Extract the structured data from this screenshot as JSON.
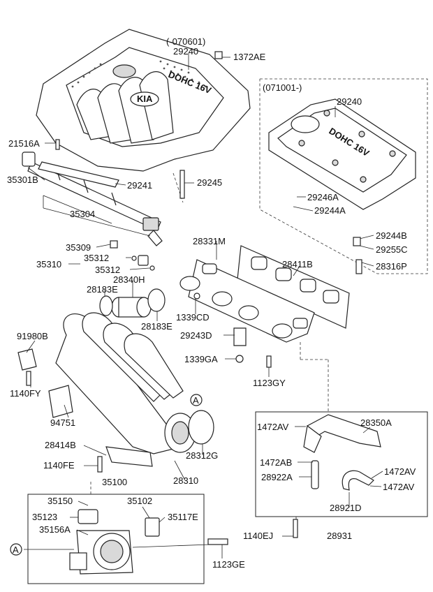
{
  "labels": {
    "cover_old_date": "(-070601)",
    "cover_old": "29240",
    "bolt_cover": "1372AE",
    "cover_new_date": "(071001-)",
    "cover_new": "29240",
    "p21516A": "21516A",
    "p35301B": "35301B",
    "p29241": "29241",
    "p29245": "29245",
    "p29246A": "29246A",
    "p29244A": "29244A",
    "p35304": "35304",
    "p29244B": "29244B",
    "p29255C": "29255C",
    "p28316P": "28316P",
    "p35309": "35309",
    "p28331M": "28331M",
    "p35312a": "35312",
    "p35310": "35310",
    "p35312b": "35312",
    "p28411B": "28411B",
    "p28340H": "28340H",
    "p28183Ea": "28183E",
    "p28183Eb": "28183E",
    "p1339CD": "1339CD",
    "p29243D": "29243D",
    "p91980B": "91980B",
    "p1339GA": "1339GA",
    "p1123GY": "1123GY",
    "p1140FY": "1140FY",
    "callout_a1": "A",
    "p94751": "94751",
    "p1472AVa": "1472AV",
    "p28350A": "28350A",
    "p28414B": "28414B",
    "p28312G": "28312G",
    "p1472AB": "1472AB",
    "p1472AVb": "1472AV",
    "p1140FE": "1140FE",
    "p28922A": "28922A",
    "p1472AVc": "1472AV",
    "p28310": "28310",
    "p28921D": "28921D",
    "p35100": "35100",
    "p35150": "35150",
    "p35102": "35102",
    "p35123": "35123",
    "p35117E": "35117E",
    "p35156A": "35156A",
    "p1140EJ": "1140EJ",
    "p28931": "28931",
    "callout_a2": "A",
    "p1123GE": "1123GE",
    "cover_old_logo": "KIA",
    "cover_old_text": "DOHC 16V",
    "cover_new_text": "DOHC 16V"
  }
}
